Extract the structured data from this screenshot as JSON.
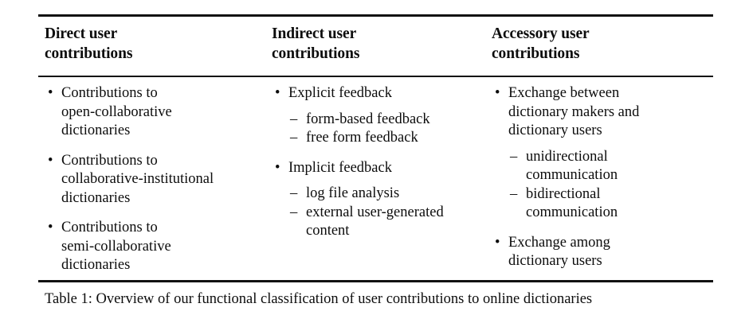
{
  "figure": {
    "caption": "Table 1: Overview of our functional classification of user contributions to online dictionaries",
    "bullet_glyph": "•",
    "subitem_glyph": "–",
    "rule_color": "#111111"
  },
  "table": {
    "columns": [
      {
        "header": "Direct user\ncontributions",
        "groups": [
          {
            "item": "Contributions to\nopen-collaborative\ndictionaries",
            "subitems": []
          },
          {
            "item": "Contributions to\ncollaborative-institutional\ndictionaries",
            "subitems": []
          },
          {
            "item": "Contributions to\nsemi-collaborative\ndictionaries",
            "subitems": []
          }
        ]
      },
      {
        "header": "Indirect user\ncontributions",
        "groups": [
          {
            "item": "Explicit feedback",
            "subitems": [
              "form-based feedback",
              "free form feedback"
            ]
          },
          {
            "item": "Implicit feedback",
            "subitems": [
              "log file analysis",
              "external user-generated\ncontent"
            ]
          }
        ]
      },
      {
        "header": "Accessory user\ncontributions",
        "groups": [
          {
            "item": "Exchange between\ndictionary makers and\ndictionary users",
            "subitems": [
              "unidirectional\ncommunication",
              "bidirectional\ncommunication"
            ]
          },
          {
            "item": "Exchange among\ndictionary users",
            "subitems": []
          }
        ]
      }
    ]
  }
}
